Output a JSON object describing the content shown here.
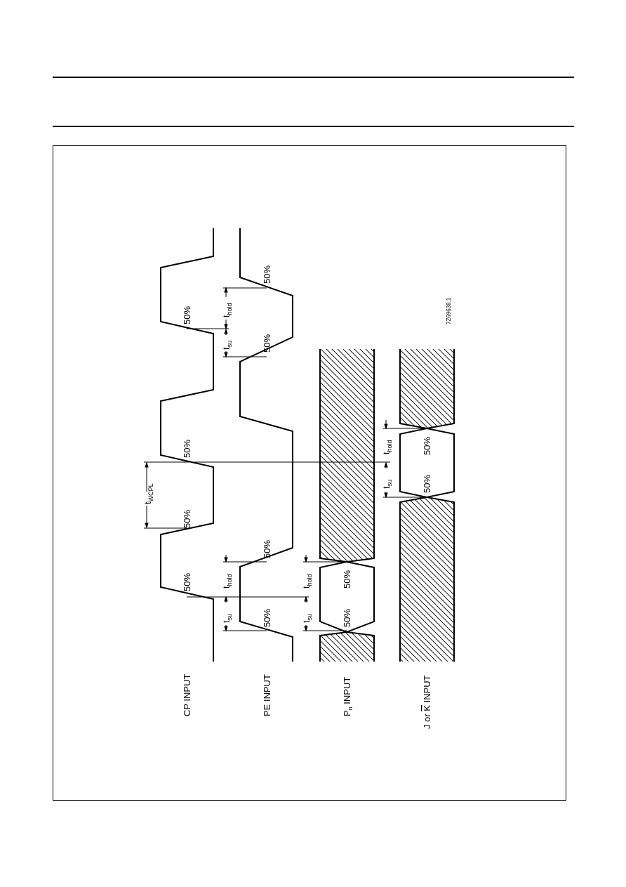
{
  "labels": {
    "cp_input": "CP INPUT",
    "pe_input": "PE INPUT",
    "pn_input_main": "P",
    "pn_input_sub": "n",
    "pn_input_rest": " INPUT",
    "jk_input_pre": "J or ",
    "jk_input_bar": "K",
    "jk_input_rest": " INPUT",
    "percent_50": "50%",
    "t_main": "t",
    "su_sub": "su",
    "hold_sub": "hold",
    "wcpl_sub": "WCPL",
    "figure_code": "7Z69638.1"
  }
}
